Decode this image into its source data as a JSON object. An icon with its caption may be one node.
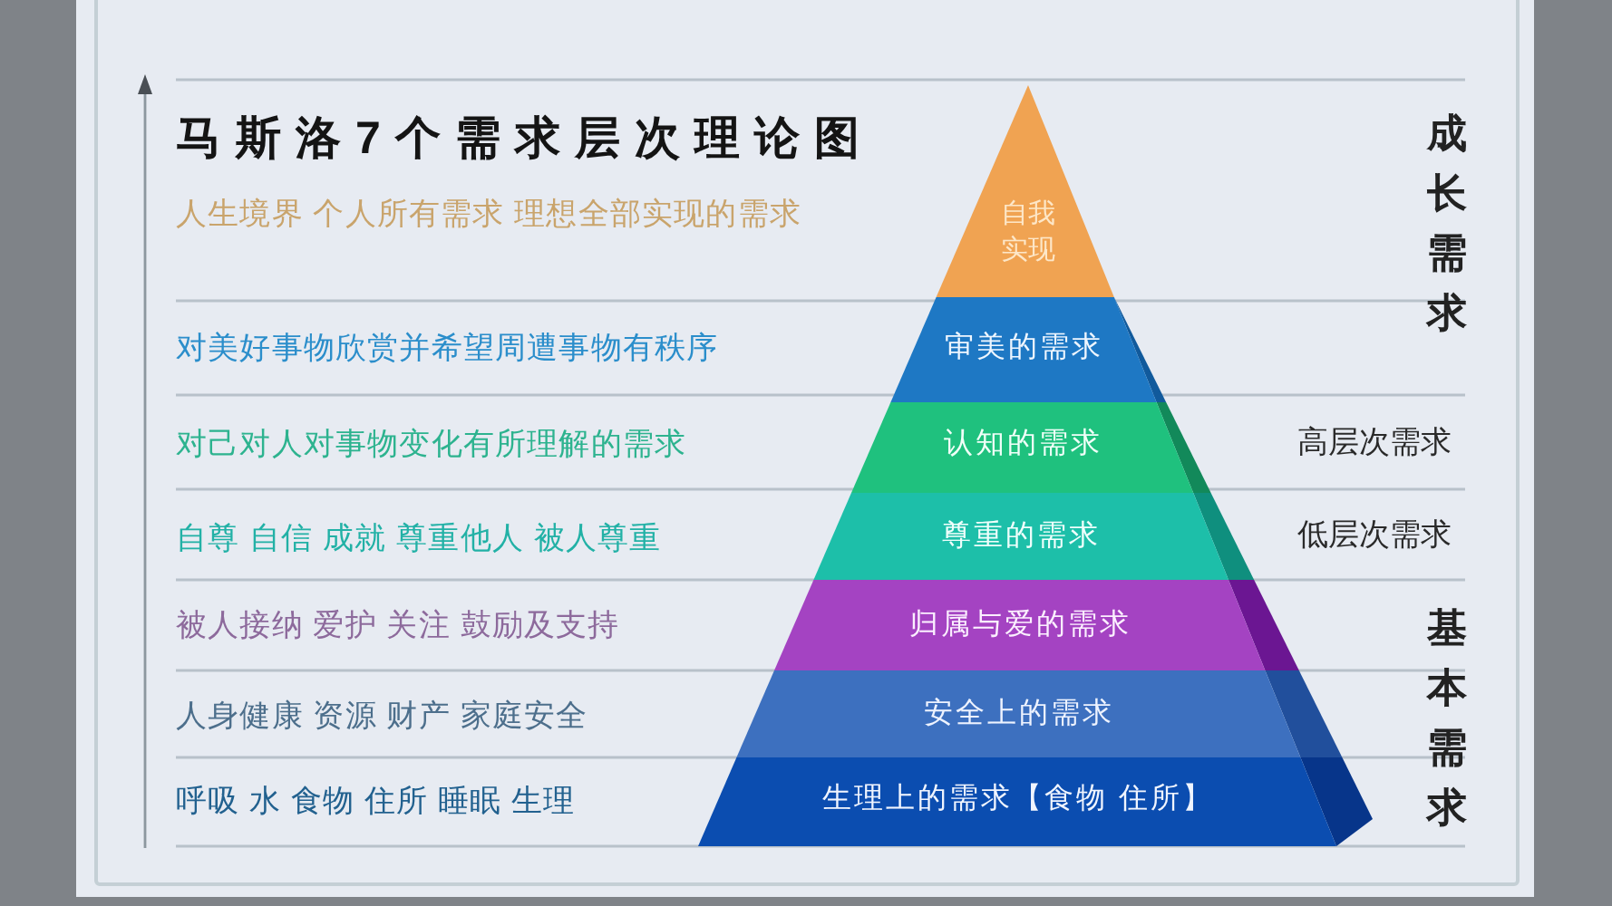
{
  "diagram": {
    "title": "马斯洛7个需求层次理论图",
    "nodes": [
      {
        "text": [
          "自我实现"
        ]
      },
      {
        "text": [
          "审美的需求"
        ]
      },
      {
        "text": [
          "认知的需求"
        ]
      },
      {
        "text": [
          "尊重的需求"
        ]
      },
      {
        "text": [
          "归属与爱的需求"
        ]
      },
      {
        "text": [
          "安全上的需求"
        ]
      },
      {
        "text": [
          "生理上的需求【食物 住所】"
        ]
      }
    ],
    "labels": [
      "成长需求",
      "人生境界 个人所有需求 理想全部实现的需求",
      "对美好事物欣赏并希望周遭事物有秩序",
      "对己对人对事物变化有所理解的需求",
      "高层次需求",
      "自尊 自信 成就 尊重他人 被人尊重",
      "低层次需求",
      "被人接纳 爱护 关注 鼓励及支持",
      "基本需求",
      "人身健康 资源 财产 家庭安全",
      "呼吸 水 食物 住所 睡眠 生理"
    ]
  }
}
